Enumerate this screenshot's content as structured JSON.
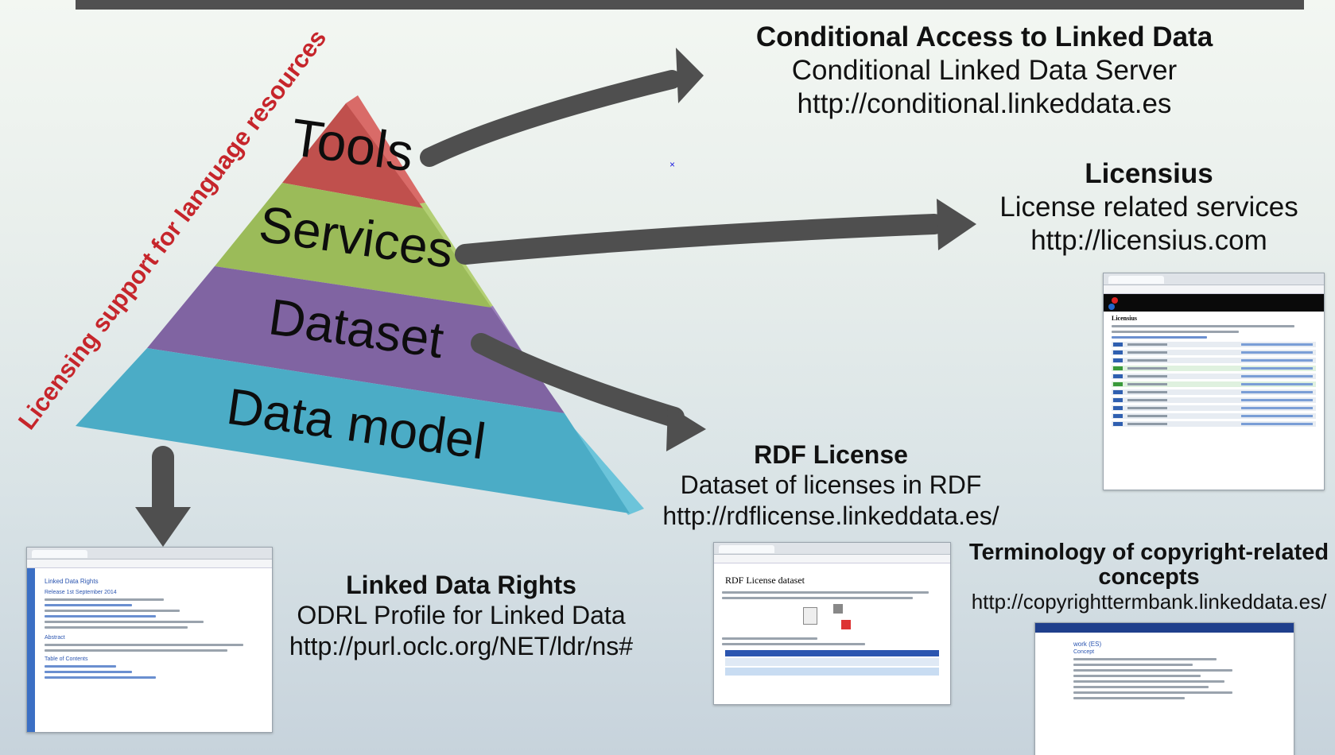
{
  "pyramid": {
    "levels": [
      {
        "label": "Tools",
        "color": "#c0504d",
        "side": "#d96b68"
      },
      {
        "label": "Services",
        "color": "#9bbb59",
        "side": "#b3cf74"
      },
      {
        "label": "Dataset",
        "color": "#8064a2",
        "side": "#9a80bb"
      },
      {
        "label": "Data model",
        "color": "#4bacc6",
        "side": "#6cc4da"
      }
    ],
    "side_text": "Licensing support for language resources"
  },
  "colors": {
    "arrow": "#4f4f4f",
    "side_text": "#c6252b"
  },
  "blocks": {
    "conditional": {
      "title": "Conditional Access to Linked Data",
      "subtitle": "Conditional Linked Data Server",
      "url": "http://conditional.linkeddata.es"
    },
    "licensius": {
      "title": "Licensius",
      "subtitle": "License related services",
      "url": "http://licensius.com"
    },
    "rdf_license": {
      "title": "RDF License",
      "subtitle": "Dataset of licenses in RDF",
      "url": "http://rdflicense.linkeddata.es/"
    },
    "ldr": {
      "title": "Linked Data Rights",
      "subtitle": "ODRL Profile for Linked Data",
      "url": "http://purl.oclc.org/NET/ldr/ns#"
    },
    "terminology": {
      "title_line1": "Terminology of copyright-related",
      "title_line2": "concepts",
      "url": "http://copyrighttermbank.linkeddata.es/"
    }
  },
  "thumbnails": {
    "licensius": {
      "heading": "Licensius"
    },
    "ldr": {
      "heading": "Linked Data Rights",
      "release": "Release 1st September 2014",
      "abstract": "Abstract",
      "toc": "Table of Contents"
    },
    "rdf": {
      "heading": "RDF License dataset"
    },
    "terminology": {
      "heading": "work (ES)",
      "sub": "Concept"
    }
  }
}
